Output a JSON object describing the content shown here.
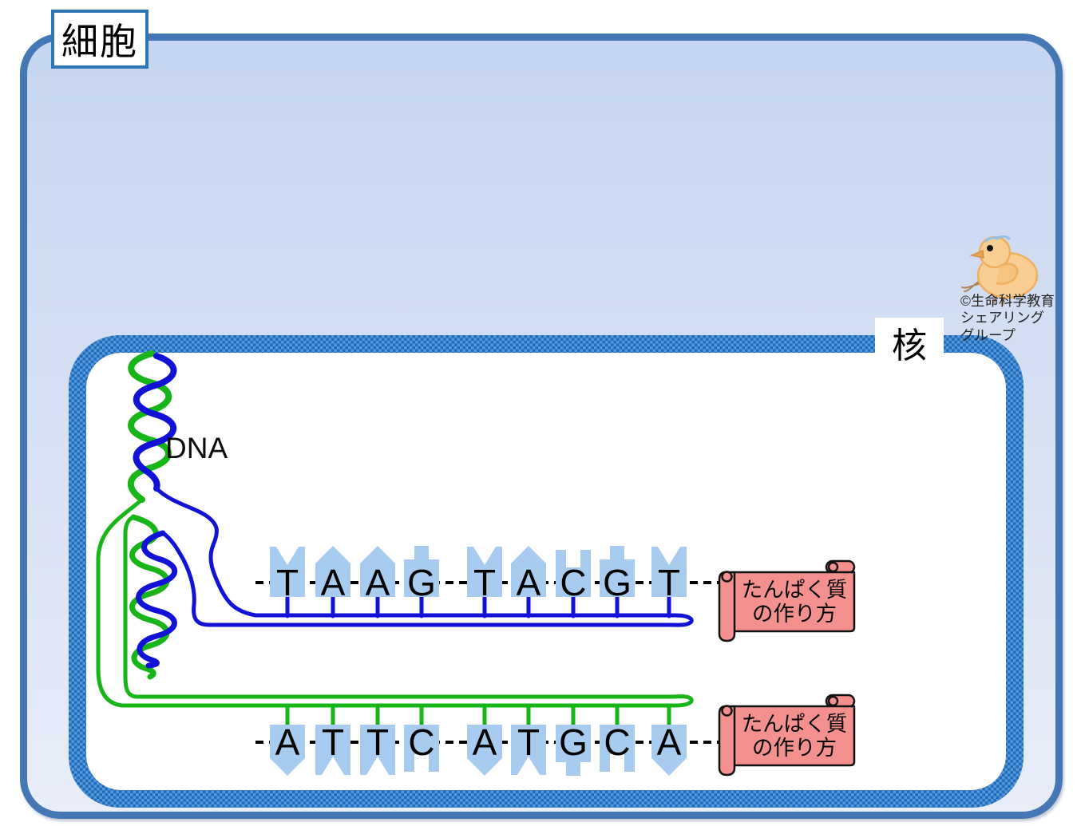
{
  "diagram": {
    "cell_label": "細胞",
    "nucleus_label": "核",
    "dna_label": "DNA",
    "credit": {
      "line1": "©生命科学教育",
      "line2": "シェアリング",
      "line3": "グループ"
    },
    "strands": {
      "top": {
        "name": "blue-strand",
        "bases": [
          "T",
          "A",
          "A",
          "G",
          "T",
          "A",
          "C",
          "G",
          "T"
        ]
      },
      "bottom": {
        "name": "green-strand",
        "bases": [
          "A",
          "T",
          "T",
          "C",
          "A",
          "T",
          "G",
          "C",
          "A"
        ]
      }
    },
    "scrolls": [
      {
        "line1": "たんぱく質",
        "line2": "の作り方"
      },
      {
        "line1": "たんぱく質",
        "line2": "の作り方"
      }
    ],
    "colors": {
      "cell_border": "#4577B4",
      "cell_fill_top": "#C6D5F0",
      "cell_fill_bottom": "#E8EDF8",
      "nucleus_dark": "#1F6BB8",
      "nucleus_light": "#5598DB",
      "label_border": "#2E75B6",
      "blue_strand": "#1212D6",
      "green_strand": "#17B517",
      "base_fill": "#A8CCEF",
      "scroll_fill": "#F4918F"
    }
  }
}
